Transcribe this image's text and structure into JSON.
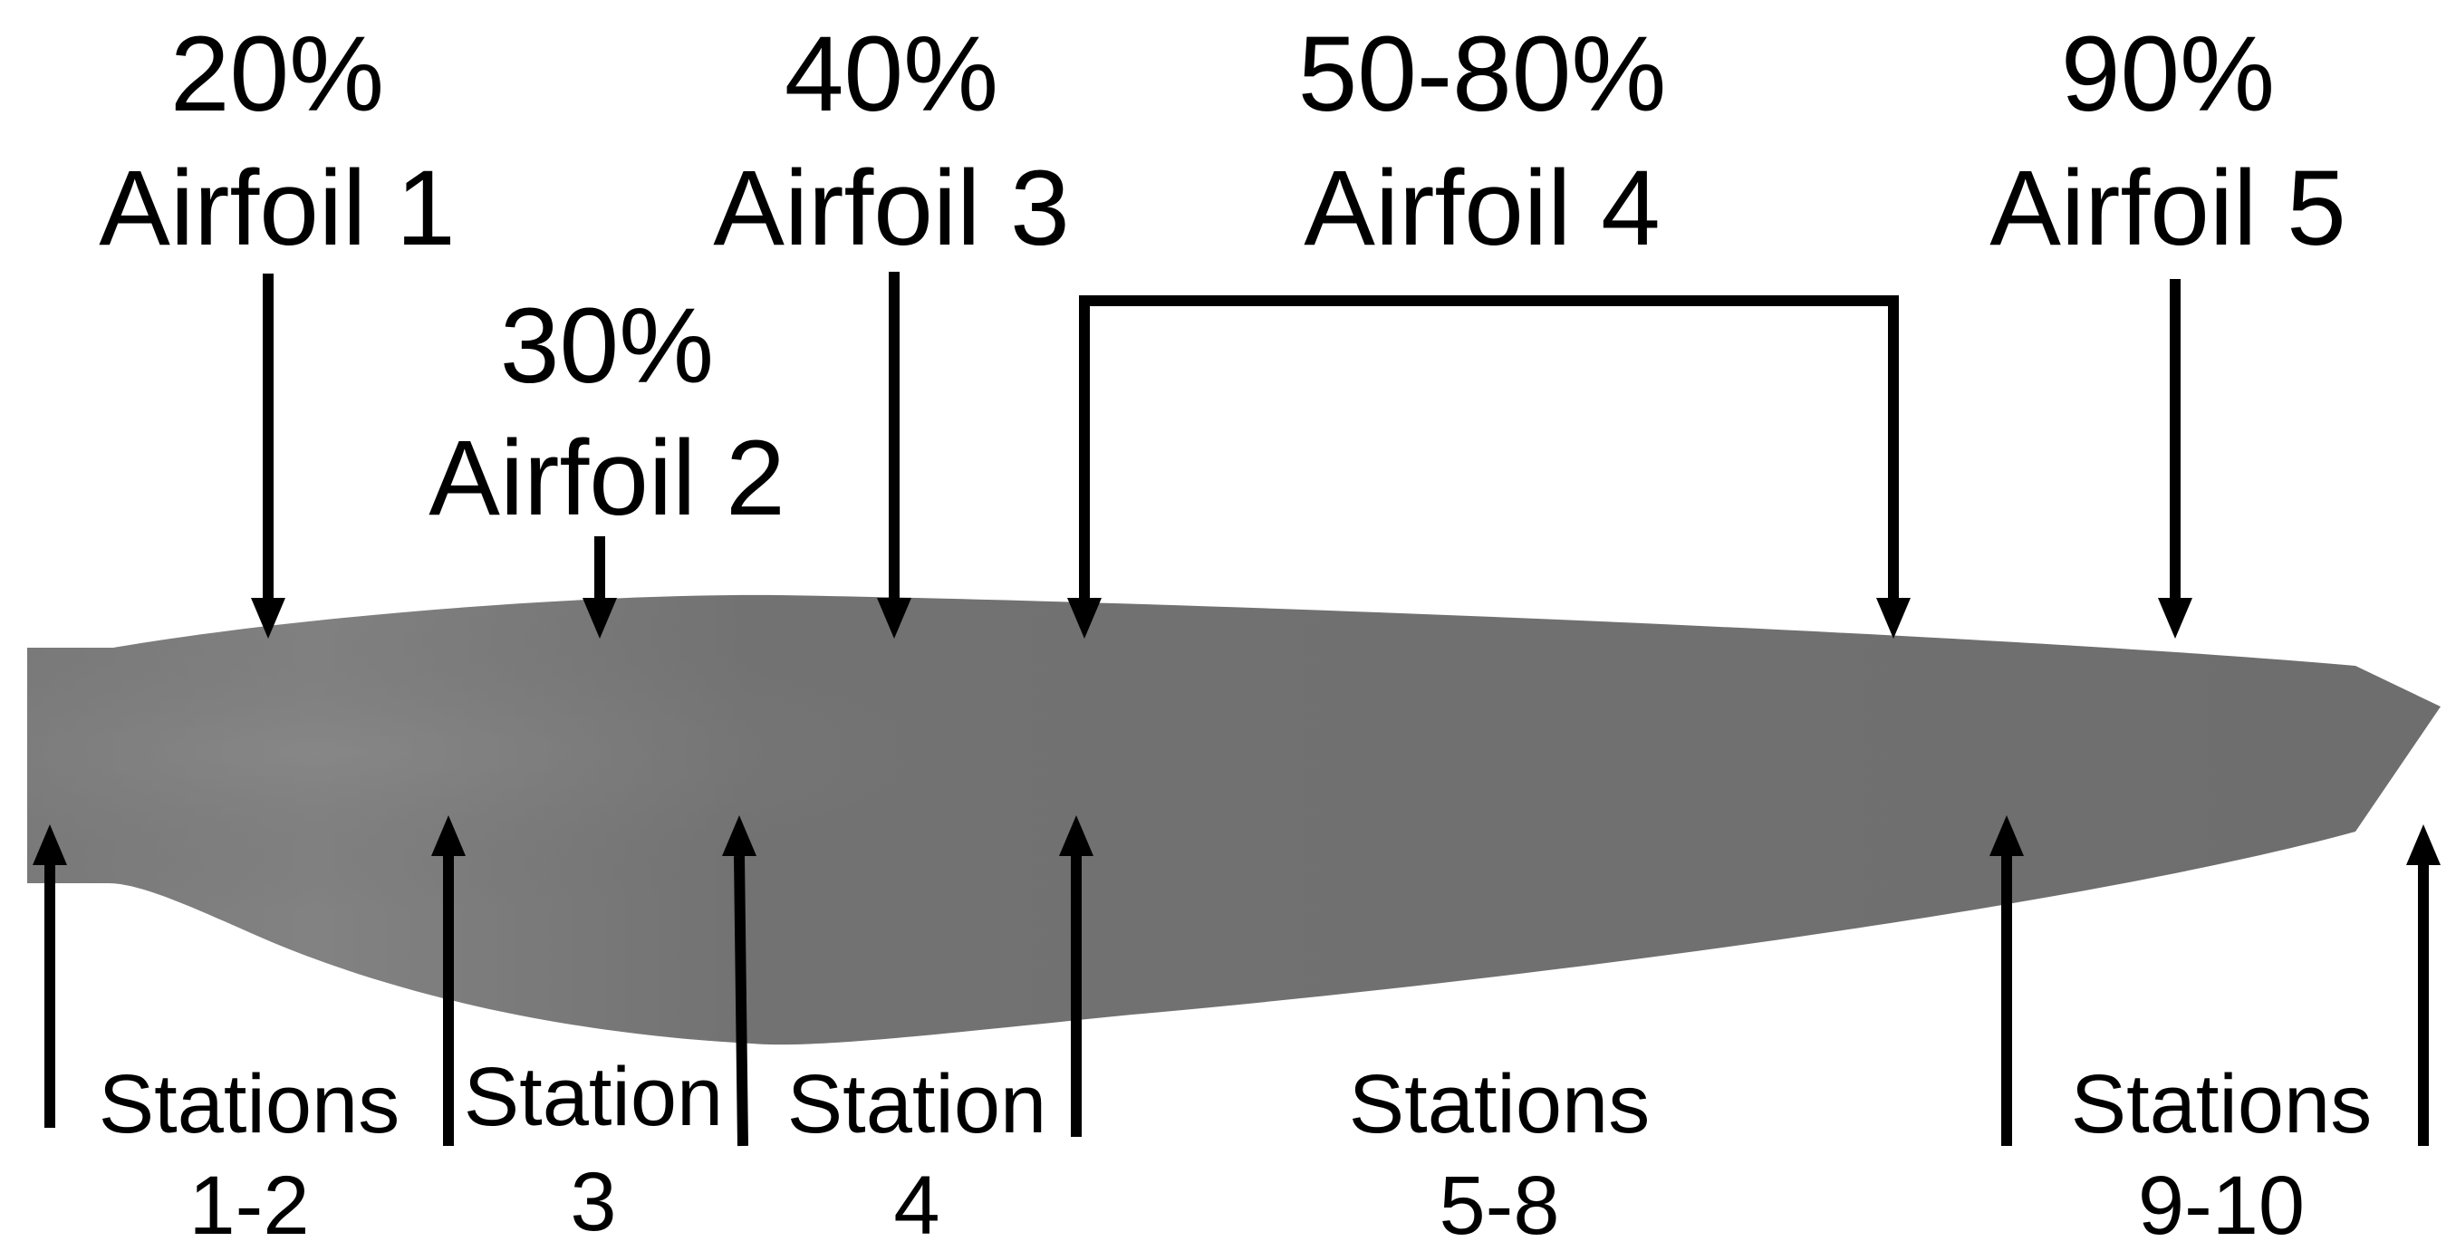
{
  "airfoils": [
    {
      "percent": "20%",
      "name": "Airfoil 1"
    },
    {
      "percent": "30%",
      "name": "Airfoil 2"
    },
    {
      "percent": "40%",
      "name": "Airfoil 3"
    },
    {
      "percent": "50-80%",
      "name": "Airfoil 4"
    },
    {
      "percent": "90%",
      "name": "Airfoil 5"
    }
  ],
  "stations": [
    {
      "label": "Stations",
      "range": "1-2"
    },
    {
      "label": "Station",
      "range": "3"
    },
    {
      "label": "Station",
      "range": "4"
    },
    {
      "label": "Stations",
      "range": "5-8"
    },
    {
      "label": "Stations",
      "range": "9-10"
    }
  ],
  "colors": {
    "blade": "#6e6e6e",
    "blade_highlight": "#7f7f7f",
    "ink": "#000000",
    "background": "#ffffff"
  }
}
